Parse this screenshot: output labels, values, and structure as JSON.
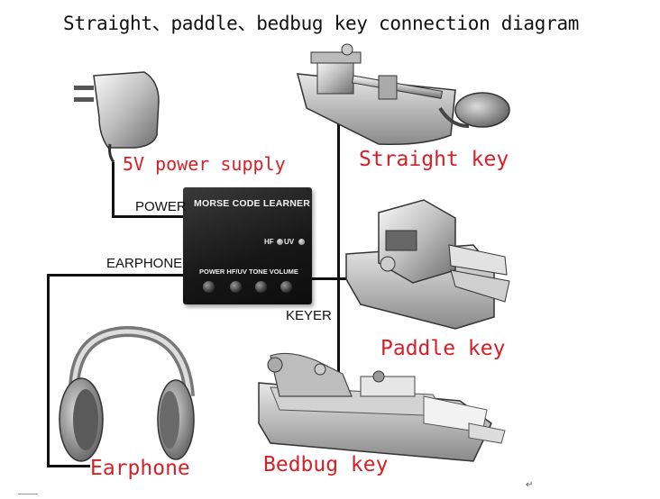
{
  "title": "Straight、paddle、bedbug key connection diagram",
  "labels": {
    "power_supply": "5V power supply",
    "straight_key": "Straight key",
    "paddle_key": "Paddle key",
    "bedbug_key": "Bedbug key",
    "earphone": "Earphone"
  },
  "connectors": {
    "power": "POWER",
    "earphone": "EARPHONE",
    "keyer": "KEYER"
  },
  "device": {
    "title": "MORSE CODE LEARNER",
    "led_hf": "HF",
    "led_uv": "UV",
    "knobs_label": "POWER HF/UV TONE VOLUME"
  },
  "return_mark": "↵",
  "colors": {
    "label_red": "#d61f26",
    "wire": "#111111",
    "device_body": "#1a1a1a"
  }
}
